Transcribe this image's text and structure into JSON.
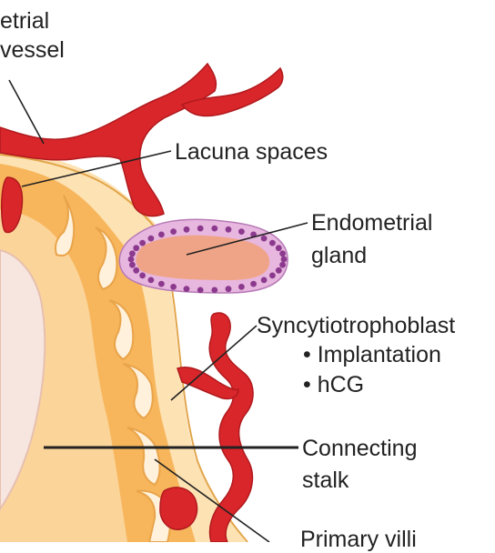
{
  "labels": {
    "vessel_top": "etrial",
    "vessel_bottom": "vessel",
    "lacuna": "Lacuna spaces",
    "gland_top": "Endometrial",
    "gland_bottom": "gland",
    "syncytio": "Syncytiotrophoblast",
    "bullet_1": "• Implantation",
    "bullet_2": "• hCG",
    "stalk_top": "Connecting",
    "stalk_bottom": "stalk",
    "villi": "Primary villi"
  },
  "colors": {
    "vessel": "#d9262a",
    "vessel_dark": "#b01a1e",
    "decidua": "#fde2b4",
    "trophoblast": "#f7b65c",
    "gland_lumen": "#f0a487",
    "gland_cell": "#e7b7df",
    "gland_nucleus": "#8c3a8e",
    "cavity": "#f6e6df",
    "leader": "#222222"
  }
}
